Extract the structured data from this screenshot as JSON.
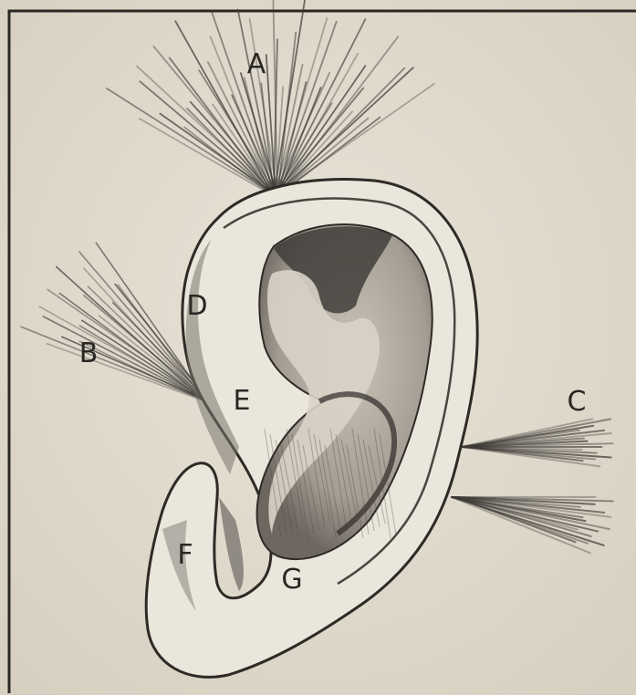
{
  "figure": {
    "labels": {
      "a": "A",
      "b": "B",
      "c": "C",
      "d": "D",
      "e": "E",
      "f": "F",
      "g": "G"
    }
  },
  "colors": {
    "paper": "#e3ddd0",
    "ink": "#2a2622",
    "shade": "#5a5550"
  }
}
